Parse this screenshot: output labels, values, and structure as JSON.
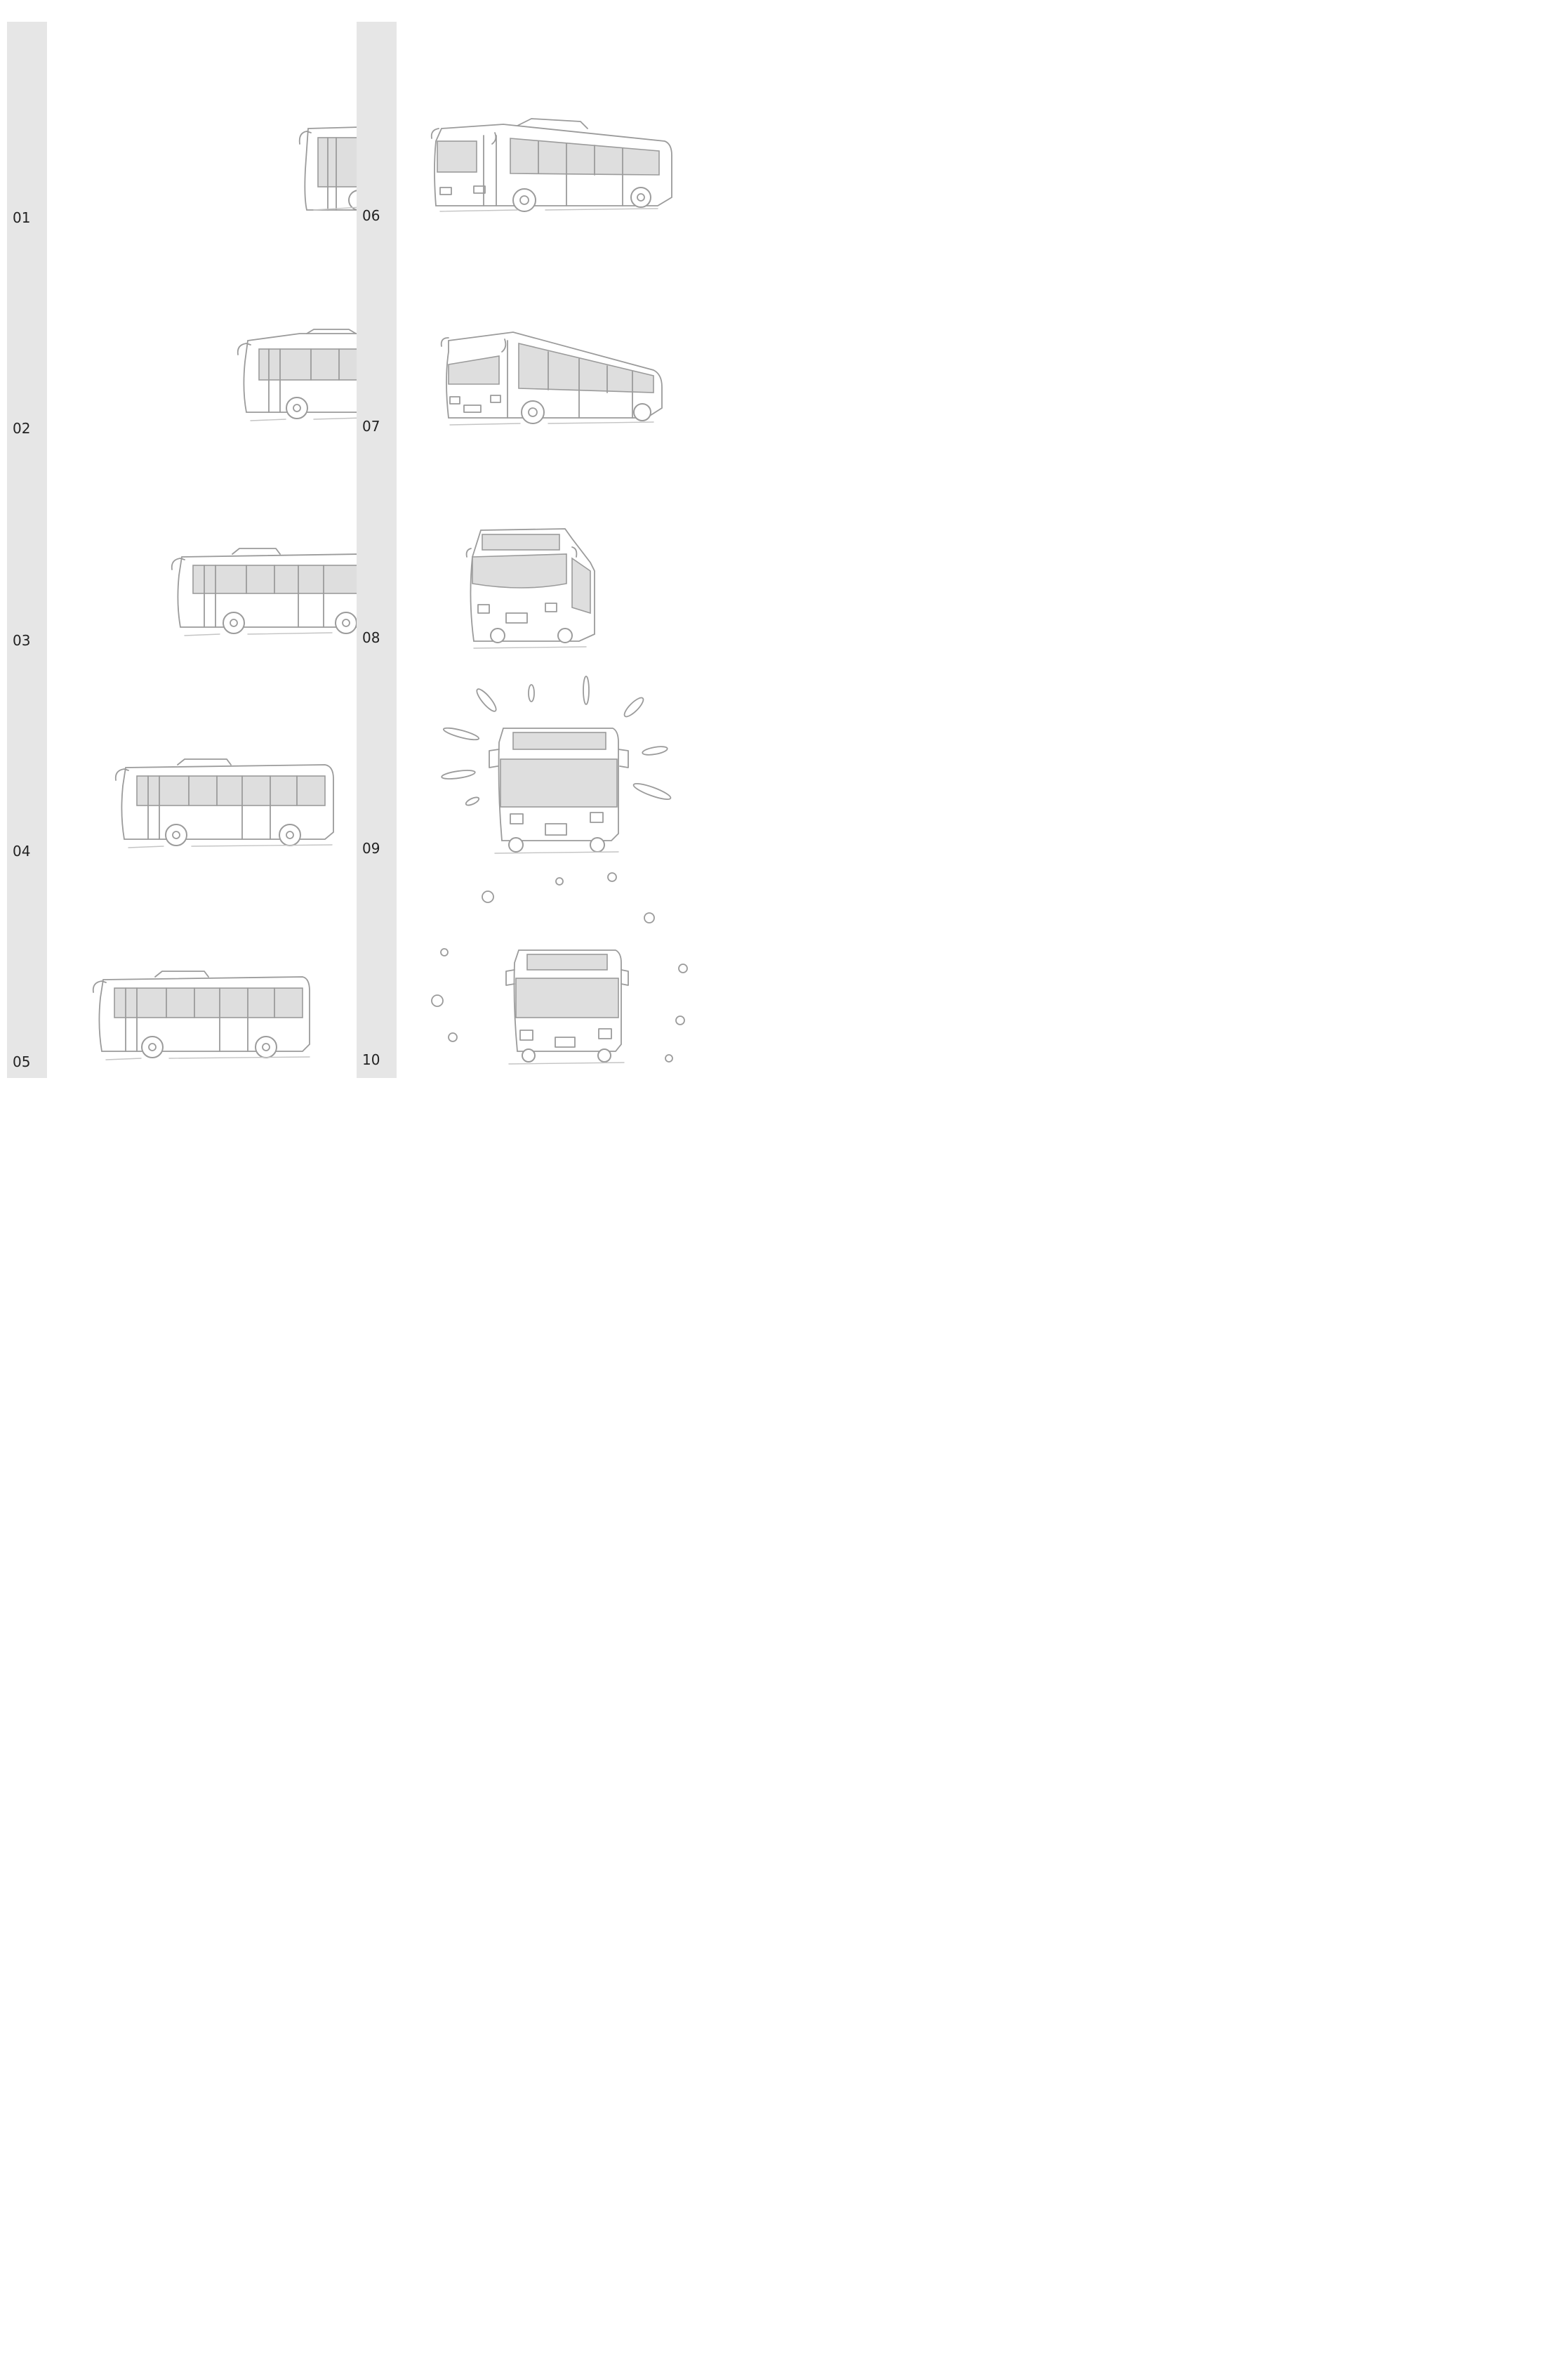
{
  "frames": [
    {
      "label": "01"
    },
    {
      "label": "02"
    },
    {
      "label": "03"
    },
    {
      "label": "04"
    },
    {
      "label": "05"
    },
    {
      "label": "06"
    },
    {
      "label": "07"
    },
    {
      "label": "08"
    },
    {
      "label": "09"
    },
    {
      "label": "10"
    }
  ],
  "colors": {
    "strip": "#e6e6e6",
    "line": "#9b9b9b",
    "window": "#dedede",
    "background": "#ffffff"
  },
  "icons": [
    "bus-side-icon",
    "bus-three-quarter-icon",
    "bus-front-icon"
  ]
}
